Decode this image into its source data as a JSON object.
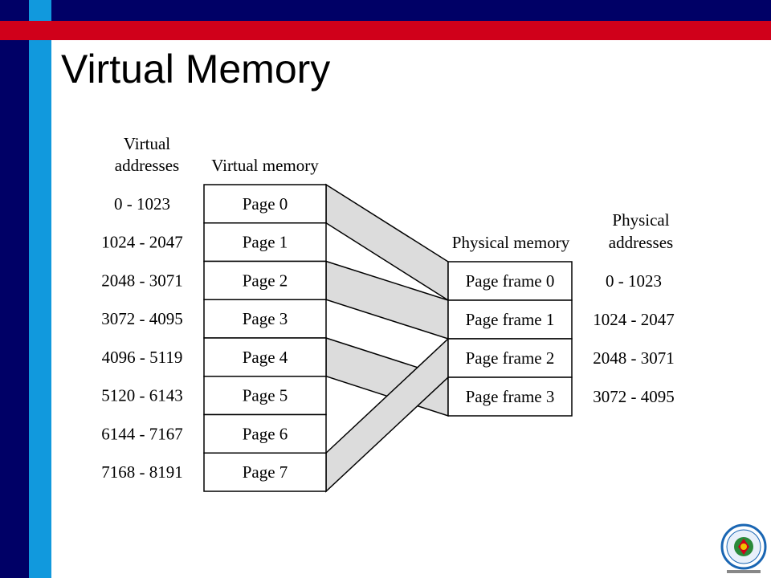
{
  "slide": {
    "title": "Virtual Memory"
  },
  "diagram": {
    "virtual_addresses_header": [
      "Virtual",
      "addresses"
    ],
    "virtual_memory_header": "Virtual memory",
    "physical_memory_header": "Physical memory",
    "physical_addresses_header": [
      "Physical",
      "addresses"
    ],
    "virtual_address_ranges": [
      "0 - 1023",
      "1024 - 2047",
      "2048 - 3071",
      "3072 - 4095",
      "4096 - 5119",
      "5120 - 6143",
      "6144 - 7167",
      "7168 - 8191"
    ],
    "pages": [
      "Page 0",
      "Page 1",
      "Page 2",
      "Page 3",
      "Page 4",
      "Page 5",
      "Page 6",
      "Page 7"
    ],
    "page_frames": [
      "Page frame 0",
      "Page frame 1",
      "Page frame 2",
      "Page frame 3"
    ],
    "physical_address_ranges": [
      "0 - 1023",
      "1024 - 2047",
      "2048 - 3071",
      "3072 - 4095"
    ],
    "mappings": [
      {
        "page": 0,
        "frame": 0
      },
      {
        "page": 2,
        "frame": 1
      },
      {
        "page": 4,
        "frame": 3
      },
      {
        "page": 7,
        "frame": 2
      }
    ]
  },
  "colors": {
    "navy": "#000066",
    "cyan": "#1199dd",
    "red": "#d0001a",
    "mapping_fill": "#dcdcdc"
  }
}
